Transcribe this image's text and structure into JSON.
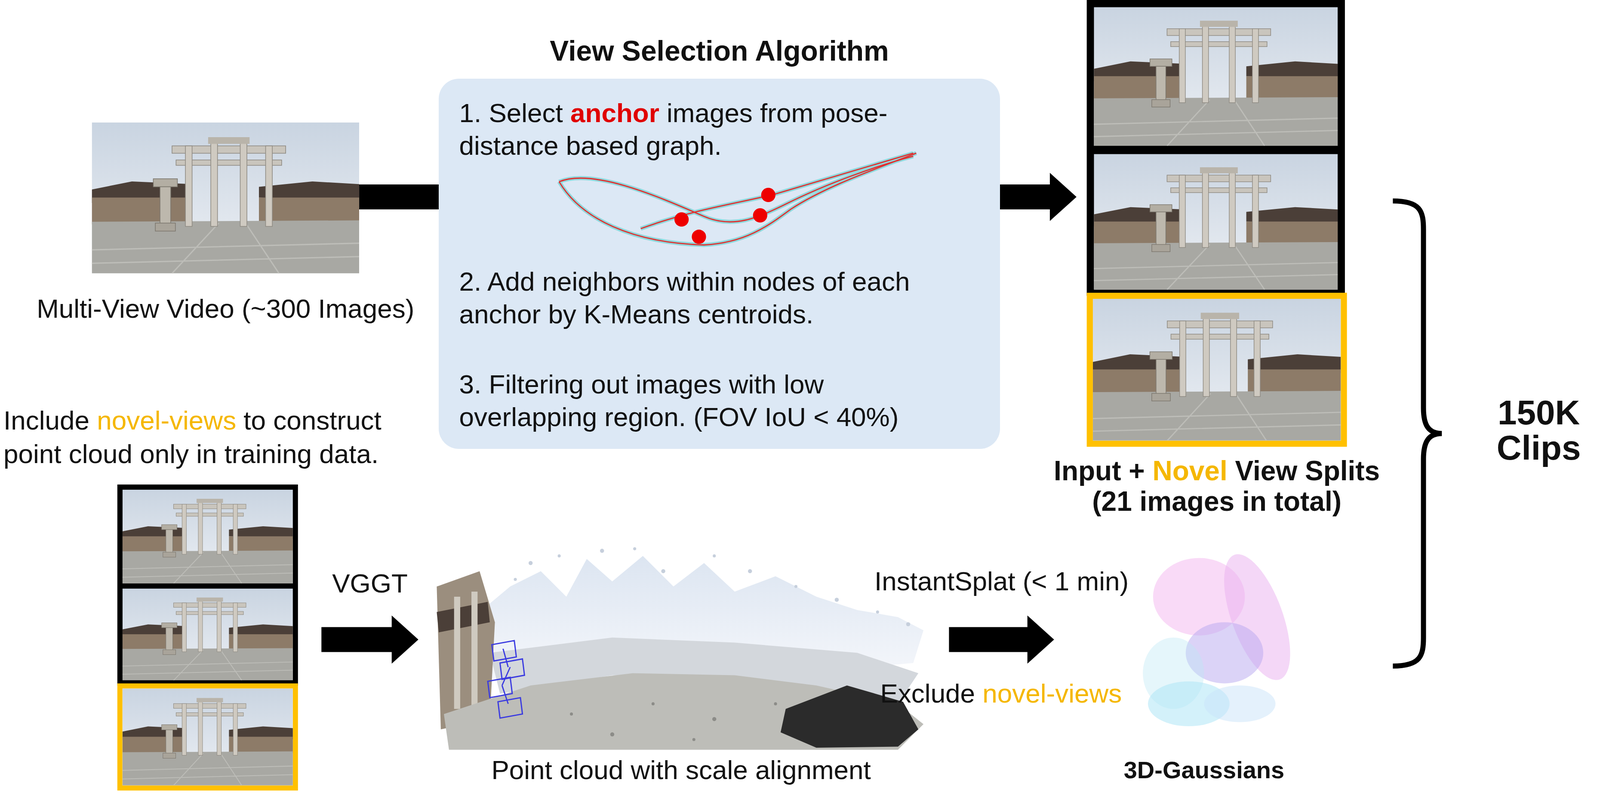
{
  "diagram": {
    "nodes": [
      {
        "text": [
          "Multi-View Video (~300 Images)"
        ]
      },
      {
        "text": [
          "View Selection Algorithm",
          "1. Select anchor images from pose-distance based graph.",
          "2. Add neighbors within nodes of each anchor by K-Means centroids.",
          "3. Filtering out images with low overlapping region. (FOV IoU < 40%)"
        ]
      },
      {
        "text": [
          "Input + Novel View Splits (21 images in total)"
        ]
      },
      {
        "text": [
          "Include novel-views to construct point cloud only in training data."
        ]
      },
      {
        "text": [
          "Point cloud with scale alignment"
        ]
      },
      {
        "text": [
          "3D-Gaussians"
        ]
      }
    ],
    "edges": [
      {
        "from": 0,
        "to": 1,
        "arrow": "none"
      },
      {
        "from": 1,
        "to": 2,
        "arrow": "to"
      },
      {
        "from": 3,
        "to": 4,
        "label": "VGGT",
        "arrow": "to"
      },
      {
        "from": 4,
        "to": 5,
        "label": "InstantSplat (< 1 min)",
        "arrow": "to"
      }
    ],
    "labels": [
      "Exclude novel-views",
      "150K Clips"
    ]
  }
}
